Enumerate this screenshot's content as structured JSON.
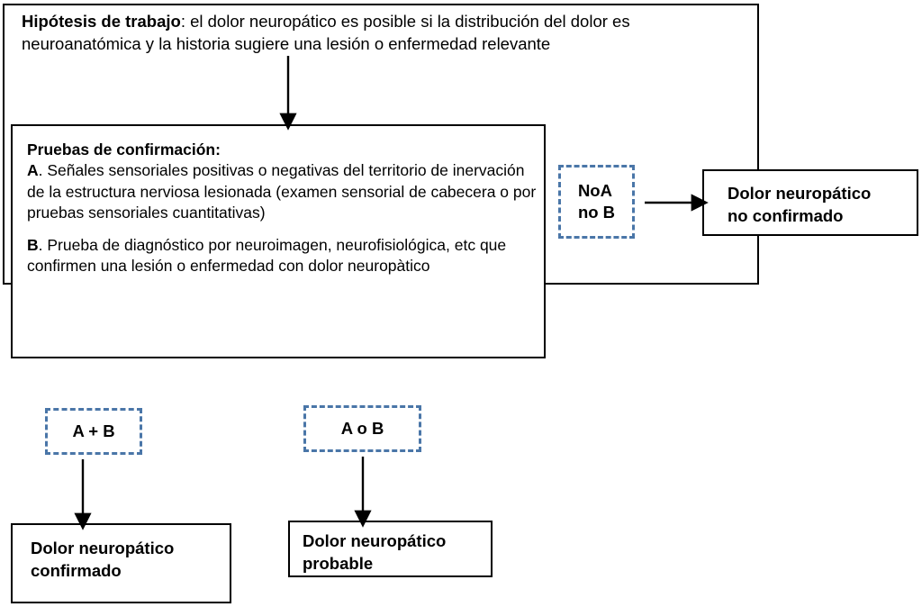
{
  "diagram": {
    "title_block": {
      "label_bold": "Hipótesis de trabajo",
      "text": ": el dolor neuropático es posible si la distribución del dolor es neuroanatómica y la historia sugiere una lesión o enfermedad relevante"
    },
    "tests_block": {
      "heading": "Pruebas de confirmación:",
      "item_a_label": "A",
      "item_a_text": ". Señales sensoriales positivas o negativas del territorio de inervación de la estructura nerviosa lesionada (examen sensorial de cabecera o por pruebas sensoriales cuantitativas)",
      "item_b_label": "B",
      "item_b_text": ". Prueba de diagnóstico por neuroimagen, neurofisiológica, etc que confirmen una lesión o enfermedad con dolor neuropàtico"
    },
    "conditions": {
      "noa_nob_line1": "NoA",
      "noa_nob_line2": "no B",
      "a_plus_b": "A + B",
      "a_or_b": "A o B"
    },
    "outcomes": {
      "not_confirmed_line1": "Dolor neuropático",
      "not_confirmed_line2": "no confirmado",
      "confirmed_line1": "Dolor neuropático",
      "confirmed_line2": "confirmado",
      "probable_line1": "Dolor neuropático",
      "probable_line2": "probable"
    },
    "colors": {
      "box_border": "#000000",
      "dashed_border": "#4a76a8",
      "arrow": "#000000",
      "background": "#ffffff",
      "text": "#000000"
    }
  }
}
